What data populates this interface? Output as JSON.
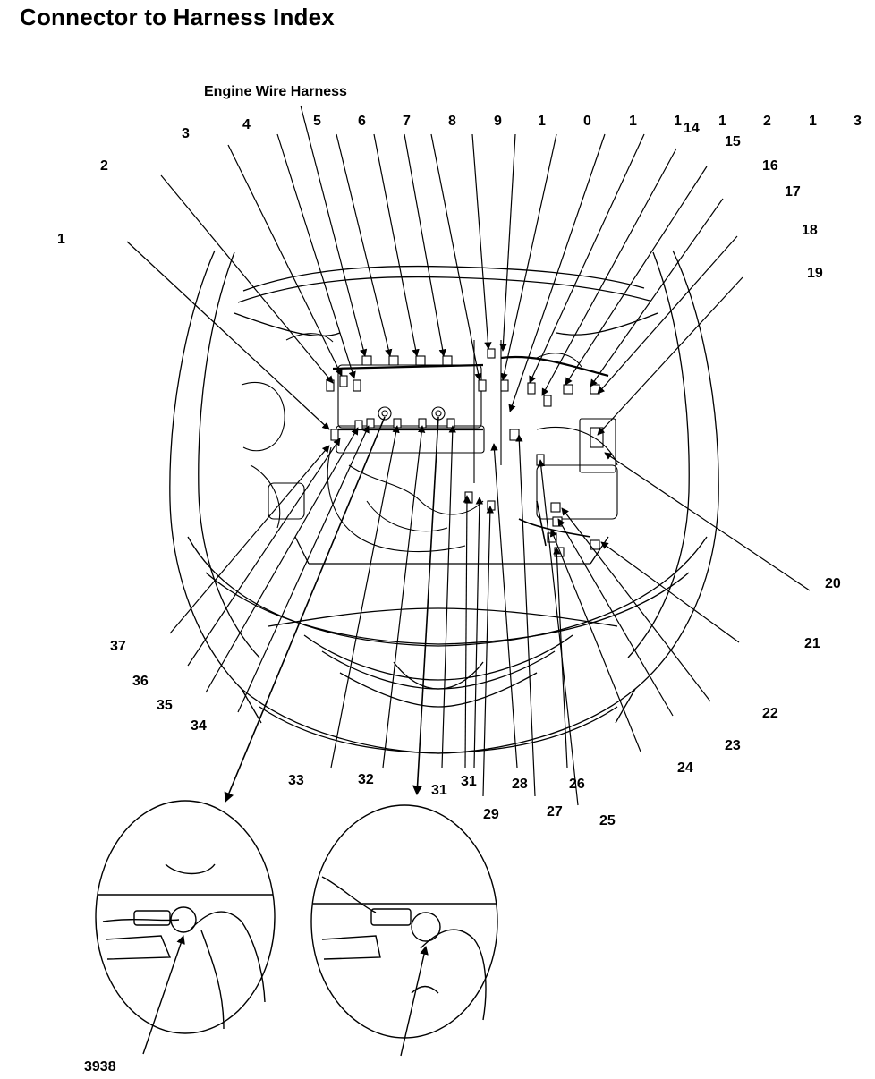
{
  "page": {
    "title": "Connector to Harness Index",
    "subtitle": "Engine Wire Harness"
  },
  "callouts": [
    {
      "id": "c1",
      "text": "1"
    },
    {
      "id": "c2",
      "text": "2"
    },
    {
      "id": "c3",
      "text": "3"
    },
    {
      "id": "c4",
      "text": "4"
    },
    {
      "id": "c5",
      "text": "5"
    },
    {
      "id": "c6",
      "text": "6"
    },
    {
      "id": "c7",
      "text": "7"
    },
    {
      "id": "c8",
      "text": "8"
    },
    {
      "id": "c9",
      "text": "9"
    },
    {
      "id": "c10a",
      "text": "1"
    },
    {
      "id": "c10b",
      "text": "0"
    },
    {
      "id": "c11a",
      "text": "1"
    },
    {
      "id": "c11b",
      "text": "1"
    },
    {
      "id": "c14",
      "text": "14"
    },
    {
      "id": "c12a",
      "text": "1"
    },
    {
      "id": "c12b",
      "text": "2"
    },
    {
      "id": "c13a",
      "text": "1"
    },
    {
      "id": "c13b",
      "text": "3"
    },
    {
      "id": "c15",
      "text": "15"
    },
    {
      "id": "c16",
      "text": "16"
    },
    {
      "id": "c17",
      "text": "17"
    },
    {
      "id": "c18",
      "text": "18"
    },
    {
      "id": "c19",
      "text": "19"
    },
    {
      "id": "c20",
      "text": "20"
    },
    {
      "id": "c21",
      "text": "21"
    },
    {
      "id": "c22",
      "text": "22"
    },
    {
      "id": "c23",
      "text": "23"
    },
    {
      "id": "c24",
      "text": "24"
    },
    {
      "id": "c25",
      "text": "25"
    },
    {
      "id": "c26",
      "text": "26"
    },
    {
      "id": "c27",
      "text": "27"
    },
    {
      "id": "c28",
      "text": "28"
    },
    {
      "id": "c29",
      "text": "29"
    },
    {
      "id": "c31a",
      "text": "31"
    },
    {
      "id": "c31b",
      "text": "31"
    },
    {
      "id": "c32",
      "text": "32"
    },
    {
      "id": "c33",
      "text": "33"
    },
    {
      "id": "c34",
      "text": "34"
    },
    {
      "id": "c35",
      "text": "35"
    },
    {
      "id": "c36",
      "text": "36"
    },
    {
      "id": "c37",
      "text": "37"
    },
    {
      "id": "c3938",
      "text": "3938"
    }
  ]
}
